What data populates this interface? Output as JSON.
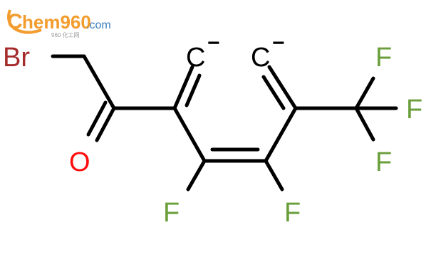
{
  "watermark": {
    "brand_c": "C",
    "brand_rest": "hem960",
    "brand_tld": ".com",
    "subtitle": "960 化工网",
    "color_orange": "#f39c2e",
    "color_blue": "#3a7fc0"
  },
  "molecule": {
    "atoms": {
      "br": "Br",
      "o": "O",
      "c_left": "C",
      "c_right": "C",
      "f_ring_left": "F",
      "f_ring_right": "F",
      "f_cf3_top": "F",
      "f_cf3_right": "F",
      "f_cf3_bottom": "F"
    },
    "charges": {
      "c_left": "−",
      "c_right": "−"
    },
    "colors": {
      "bond": "#000000",
      "bromine": "#a52a2a",
      "oxygen": "#ff0d0d",
      "fluorine": "#6a9e3a",
      "carbon": "#000000"
    }
  }
}
